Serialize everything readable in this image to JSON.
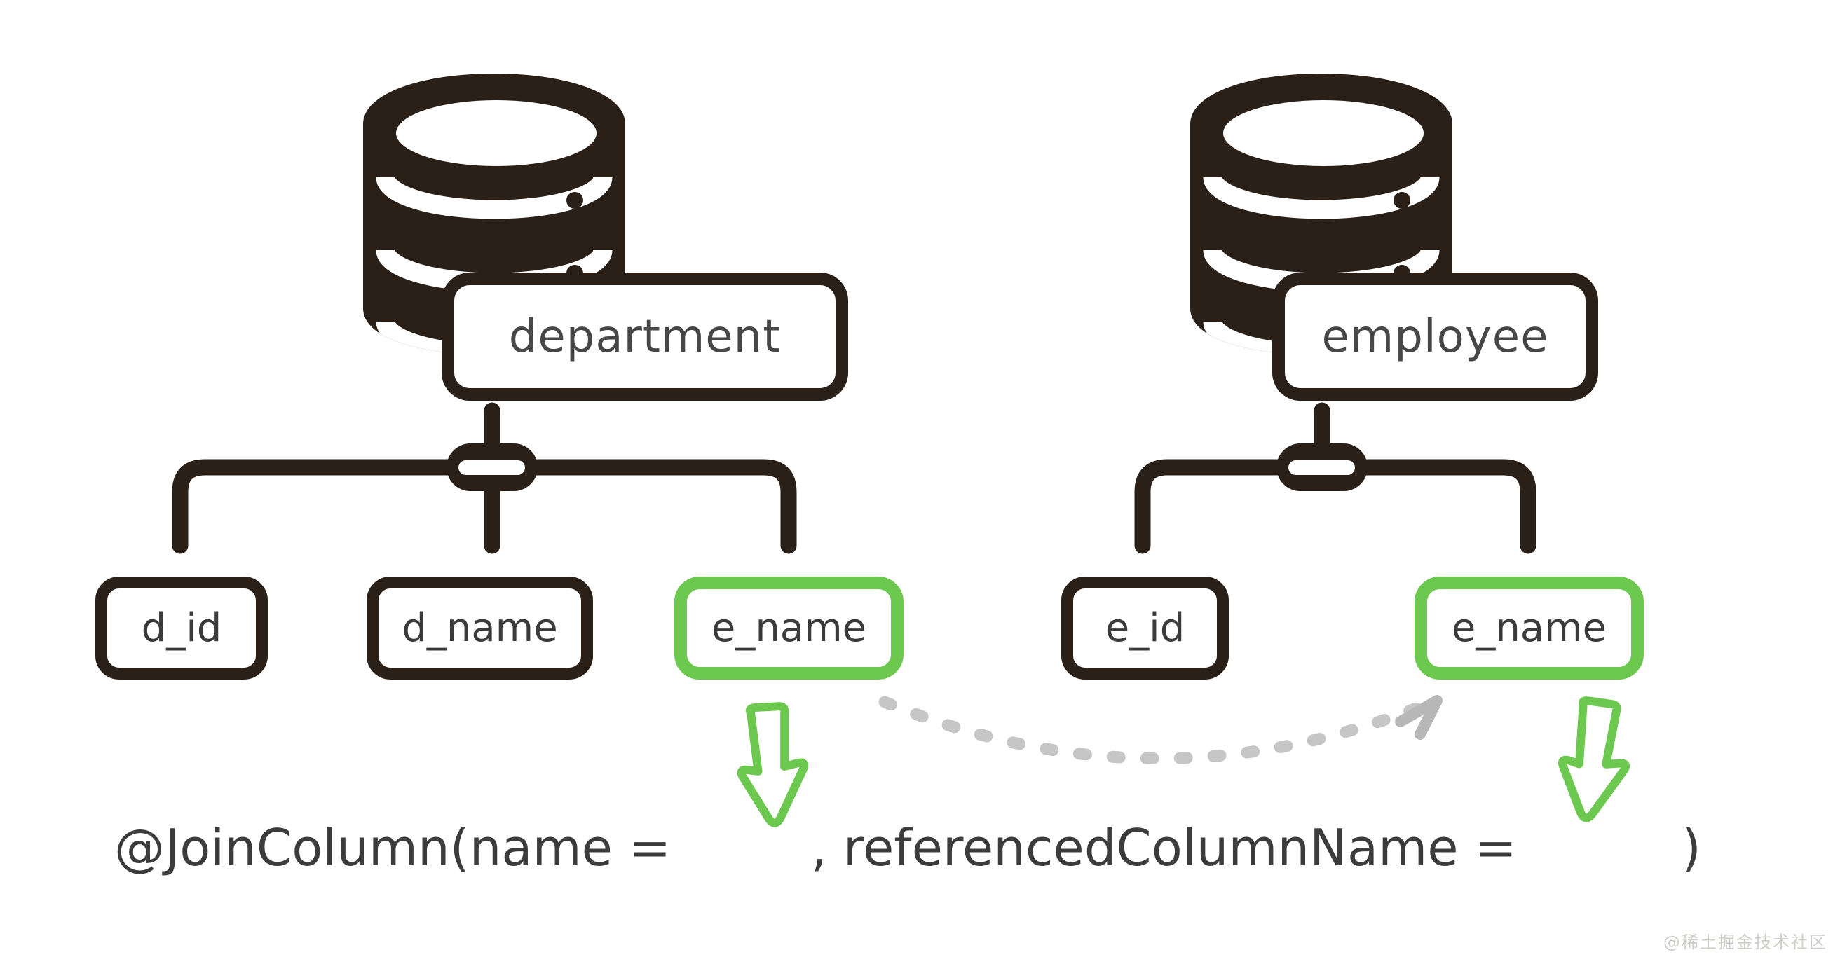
{
  "colors": {
    "dark": "#2b2018",
    "green": "#6cc84f",
    "gray_dashed": "#c6c6c6",
    "gray_arrowhead": "#b8b8b8",
    "text": "#3c3c3c",
    "watermark": "#d0cdc8"
  },
  "left_table": {
    "name": "department",
    "columns": [
      {
        "label": "d_id",
        "highlight": false
      },
      {
        "label": "d_name",
        "highlight": false
      },
      {
        "label": "e_name",
        "highlight": true
      }
    ]
  },
  "right_table": {
    "name": "employee",
    "columns": [
      {
        "label": "e_id",
        "highlight": false
      },
      {
        "label": "e_name",
        "highlight": true
      }
    ]
  },
  "annotation": {
    "part1": "@JoinColumn(name =",
    "part2": ", referencedColumnName =",
    "part3": ")"
  },
  "watermark": "@稀土掘金技术社区"
}
